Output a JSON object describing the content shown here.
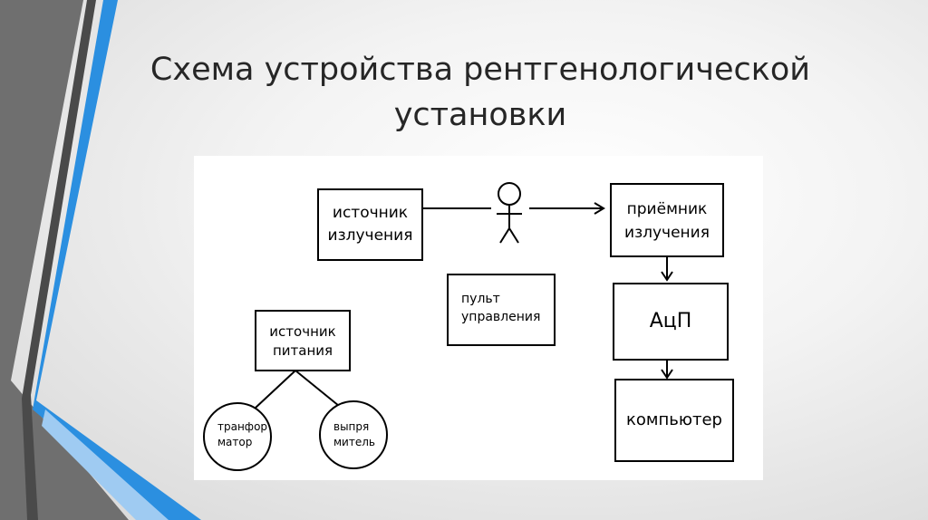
{
  "slide": {
    "title_line1": "Схема устройства рентгенологической",
    "title_line2": "установки"
  },
  "diagram": {
    "source": {
      "line1": "источник",
      "line2": "излучения"
    },
    "receiver": {
      "line1": "приёмник",
      "line2": "излучения"
    },
    "console": {
      "line1": "пульт",
      "line2": "управления"
    },
    "power": {
      "line1": "источник",
      "line2": "питания"
    },
    "adc": {
      "label": "АцП"
    },
    "computer": {
      "label": "компьютер"
    },
    "transformer": {
      "line1": "транфор",
      "line2": "матор"
    },
    "rectifier": {
      "line1": "выпря",
      "line2": "митель"
    }
  },
  "colors": {
    "accent_blue": "#2b8fe0",
    "dark_gray": "#555555",
    "line": "#000000"
  }
}
